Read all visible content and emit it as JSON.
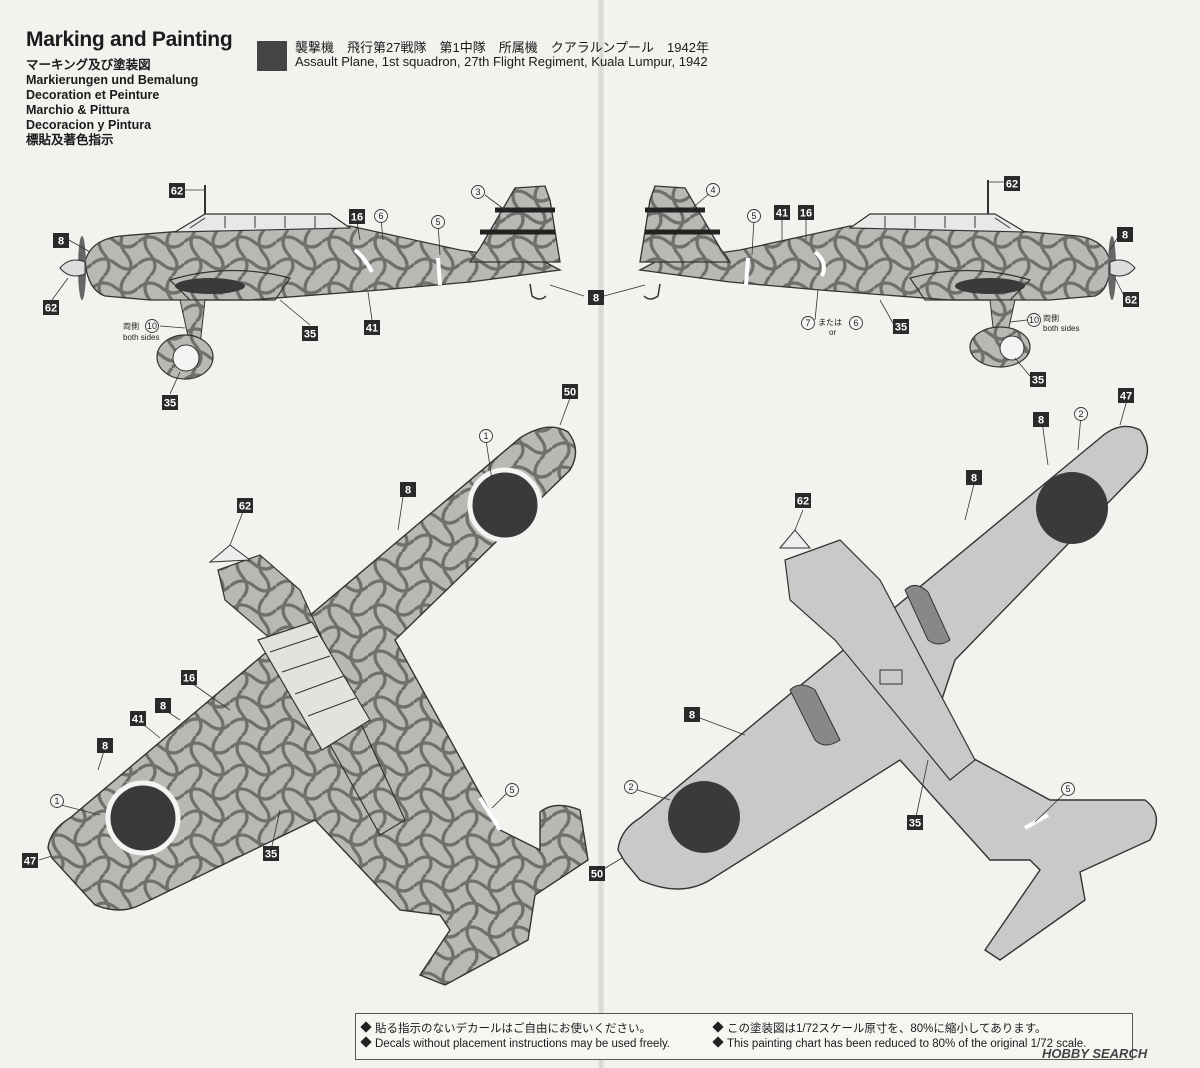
{
  "header": {
    "title": "Marking and Painting",
    "subtitles": [
      "マーキング及び塗装図",
      "Markierungen und Bemalung",
      "Decoration et Peinture",
      "Marchio & Pittura",
      "Decoracion y Pintura",
      "標貼及著色指示"
    ]
  },
  "scheme": {
    "color": "#444444",
    "jp": "襲撃機　飛行第27戦隊　第1中隊　所属機　クアラルンプール　1942年",
    "en": "Assault Plane, 1st squadron,  27th Flight Regiment,  Kuala Lumpur, 1942"
  },
  "labels": {
    "both_sides_jp": "両側",
    "both_sides_en": "both sides",
    "or_jp": "または",
    "or_en": "or"
  },
  "callouts": {
    "square": [
      "62",
      "8",
      "62",
      "35",
      "41",
      "16",
      "35",
      "8",
      "41",
      "16",
      "62",
      "8",
      "62",
      "35",
      "35",
      "50",
      "8",
      "62",
      "16",
      "8",
      "41",
      "8",
      "47",
      "35",
      "47",
      "8",
      "62",
      "8",
      "35",
      "50"
    ],
    "circle": [
      "3",
      "6",
      "5",
      "10",
      "4",
      "5",
      "7",
      "6",
      "10",
      "1",
      "1",
      "5",
      "2",
      "2",
      "5"
    ]
  },
  "notes": {
    "jp_left": "貼る指示のないデカールはご自由にお使いください。",
    "en_left": "Decals without placement instructions may be used freely.",
    "jp_right": "この塗装図は1/72スケール原寸を、80%に縮小してあります。",
    "en_right": "This painting chart has been reduced to 80% of the original 1/72 scale."
  },
  "watermark": "HOBBY SEARCH",
  "colors": {
    "camo_base": "#b9b8b4",
    "camo_line": "#6f6f6c",
    "hinomaru": "#3a3a3a",
    "underside": "#c9c9c7"
  }
}
